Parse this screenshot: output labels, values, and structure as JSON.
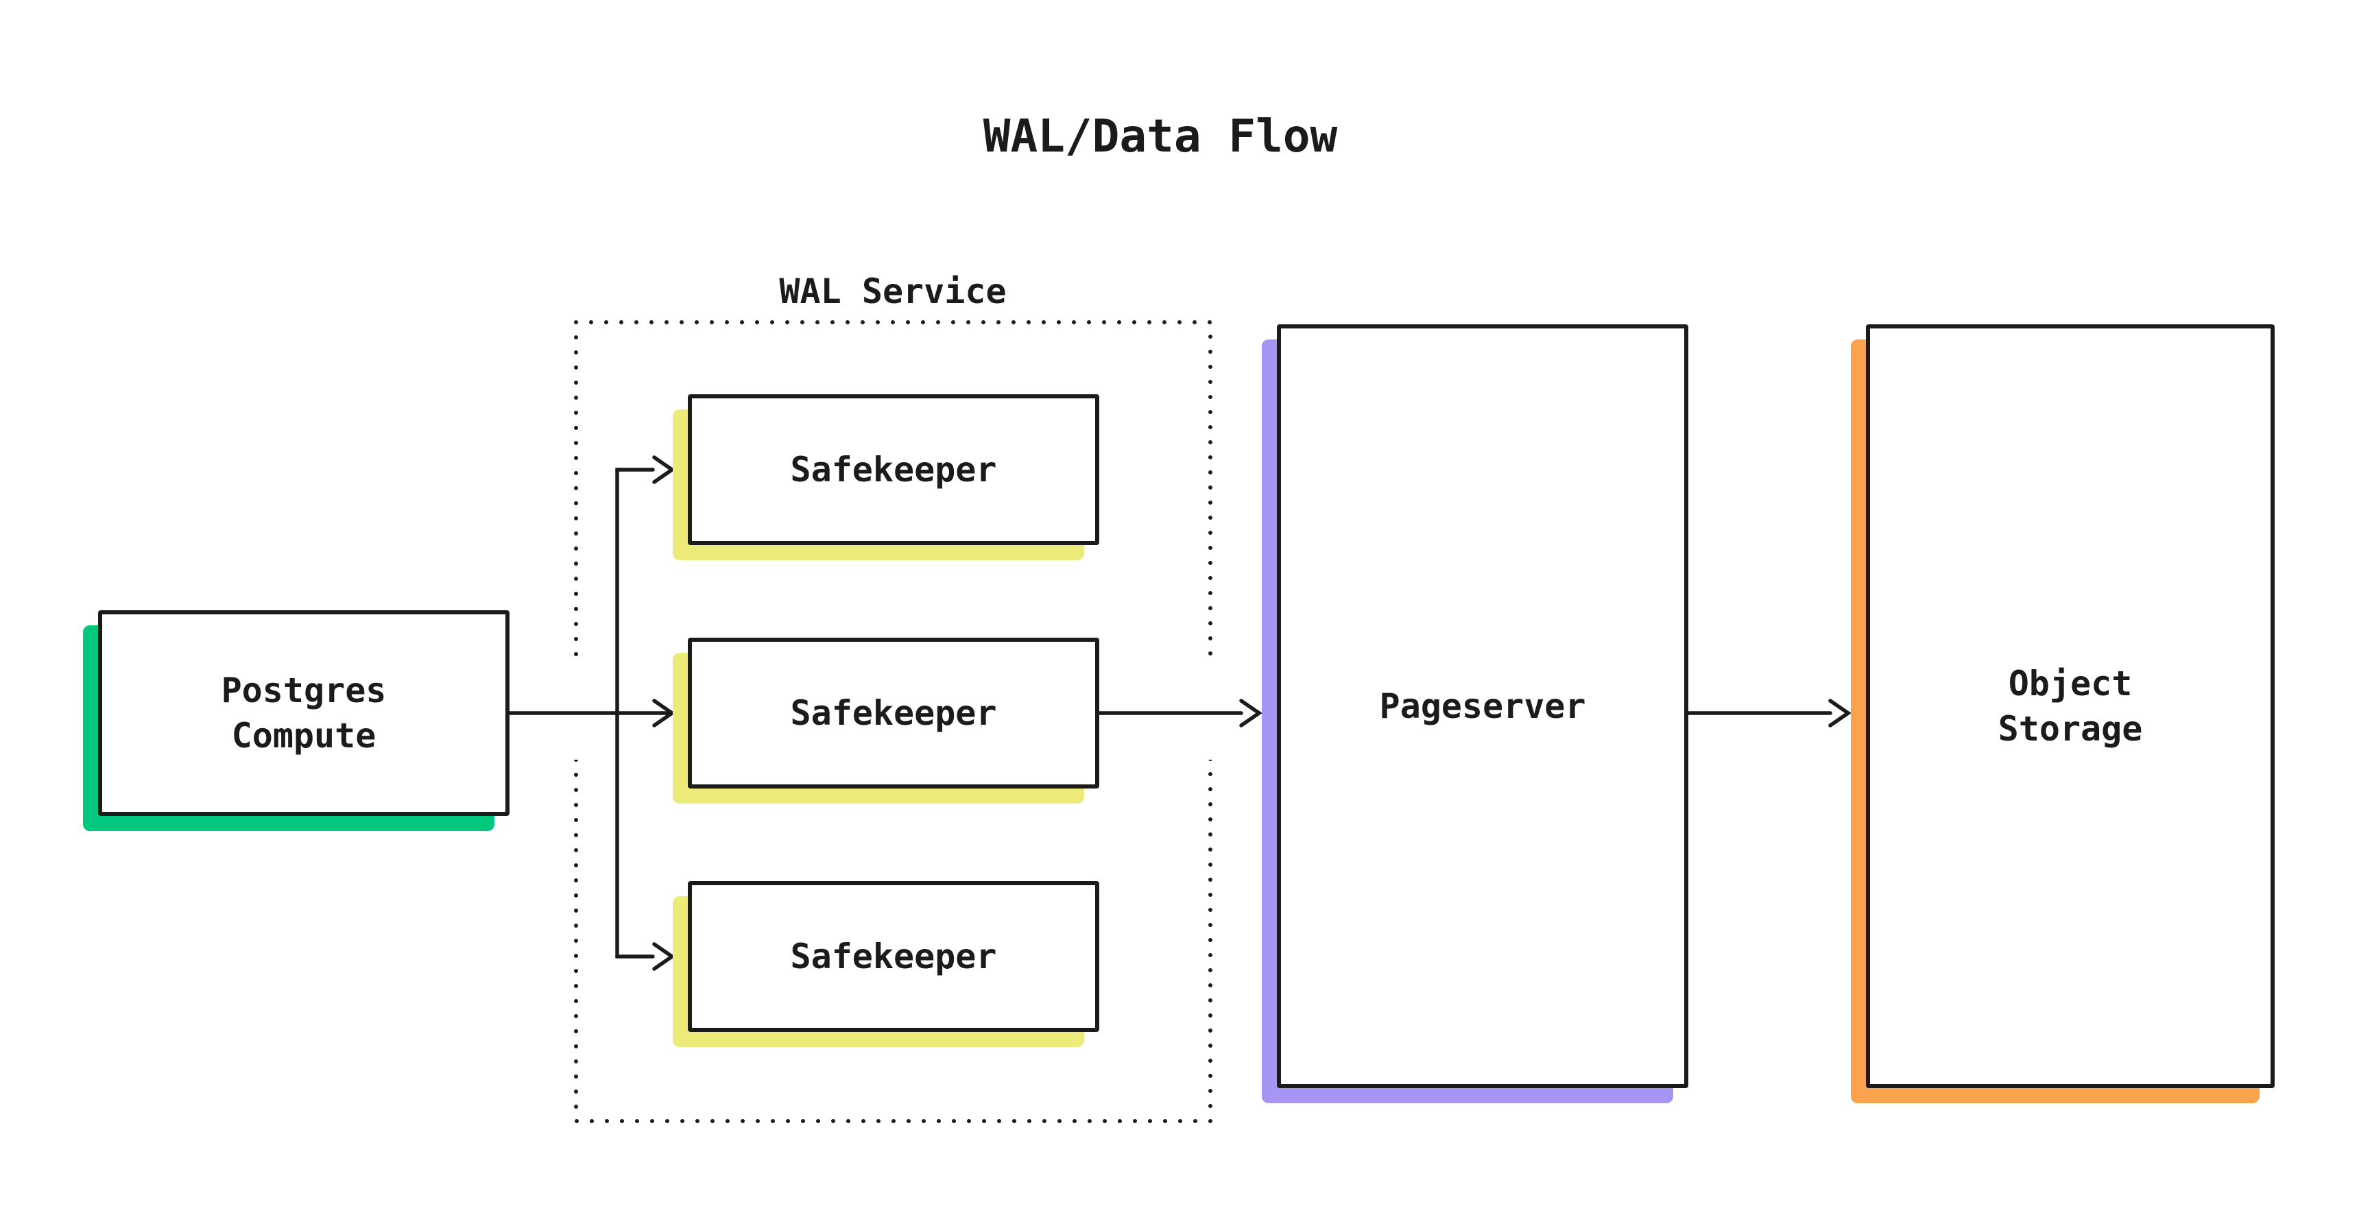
{
  "title": "WAL/Data Flow",
  "colors": {
    "background": "#FFFFFF",
    "ink": "#1B1B1B",
    "postgres_accent": "#00C87D",
    "safekeeper_accent": "#ECEB7A",
    "pageserver_accent": "#A795F6",
    "object_storage_accent": "#FAA24D"
  },
  "groups": {
    "wal_service": {
      "label": "WAL Service"
    }
  },
  "nodes": {
    "postgres_compute": {
      "label": "Postgres\nCompute"
    },
    "safekeepers": [
      {
        "label": "Safekeeper"
      },
      {
        "label": "Safekeeper"
      },
      {
        "label": "Safekeeper"
      }
    ],
    "pageserver": {
      "label": "Pageserver"
    },
    "object_storage": {
      "label": "Object\nStorage"
    }
  },
  "edges": [
    {
      "from": "postgres-compute",
      "to": "safekeeper-1"
    },
    {
      "from": "postgres-compute",
      "to": "safekeeper-2"
    },
    {
      "from": "postgres-compute",
      "to": "safekeeper-3"
    },
    {
      "from": "safekeeper-2",
      "to": "pageserver"
    },
    {
      "from": "pageserver",
      "to": "object-storage"
    }
  ]
}
